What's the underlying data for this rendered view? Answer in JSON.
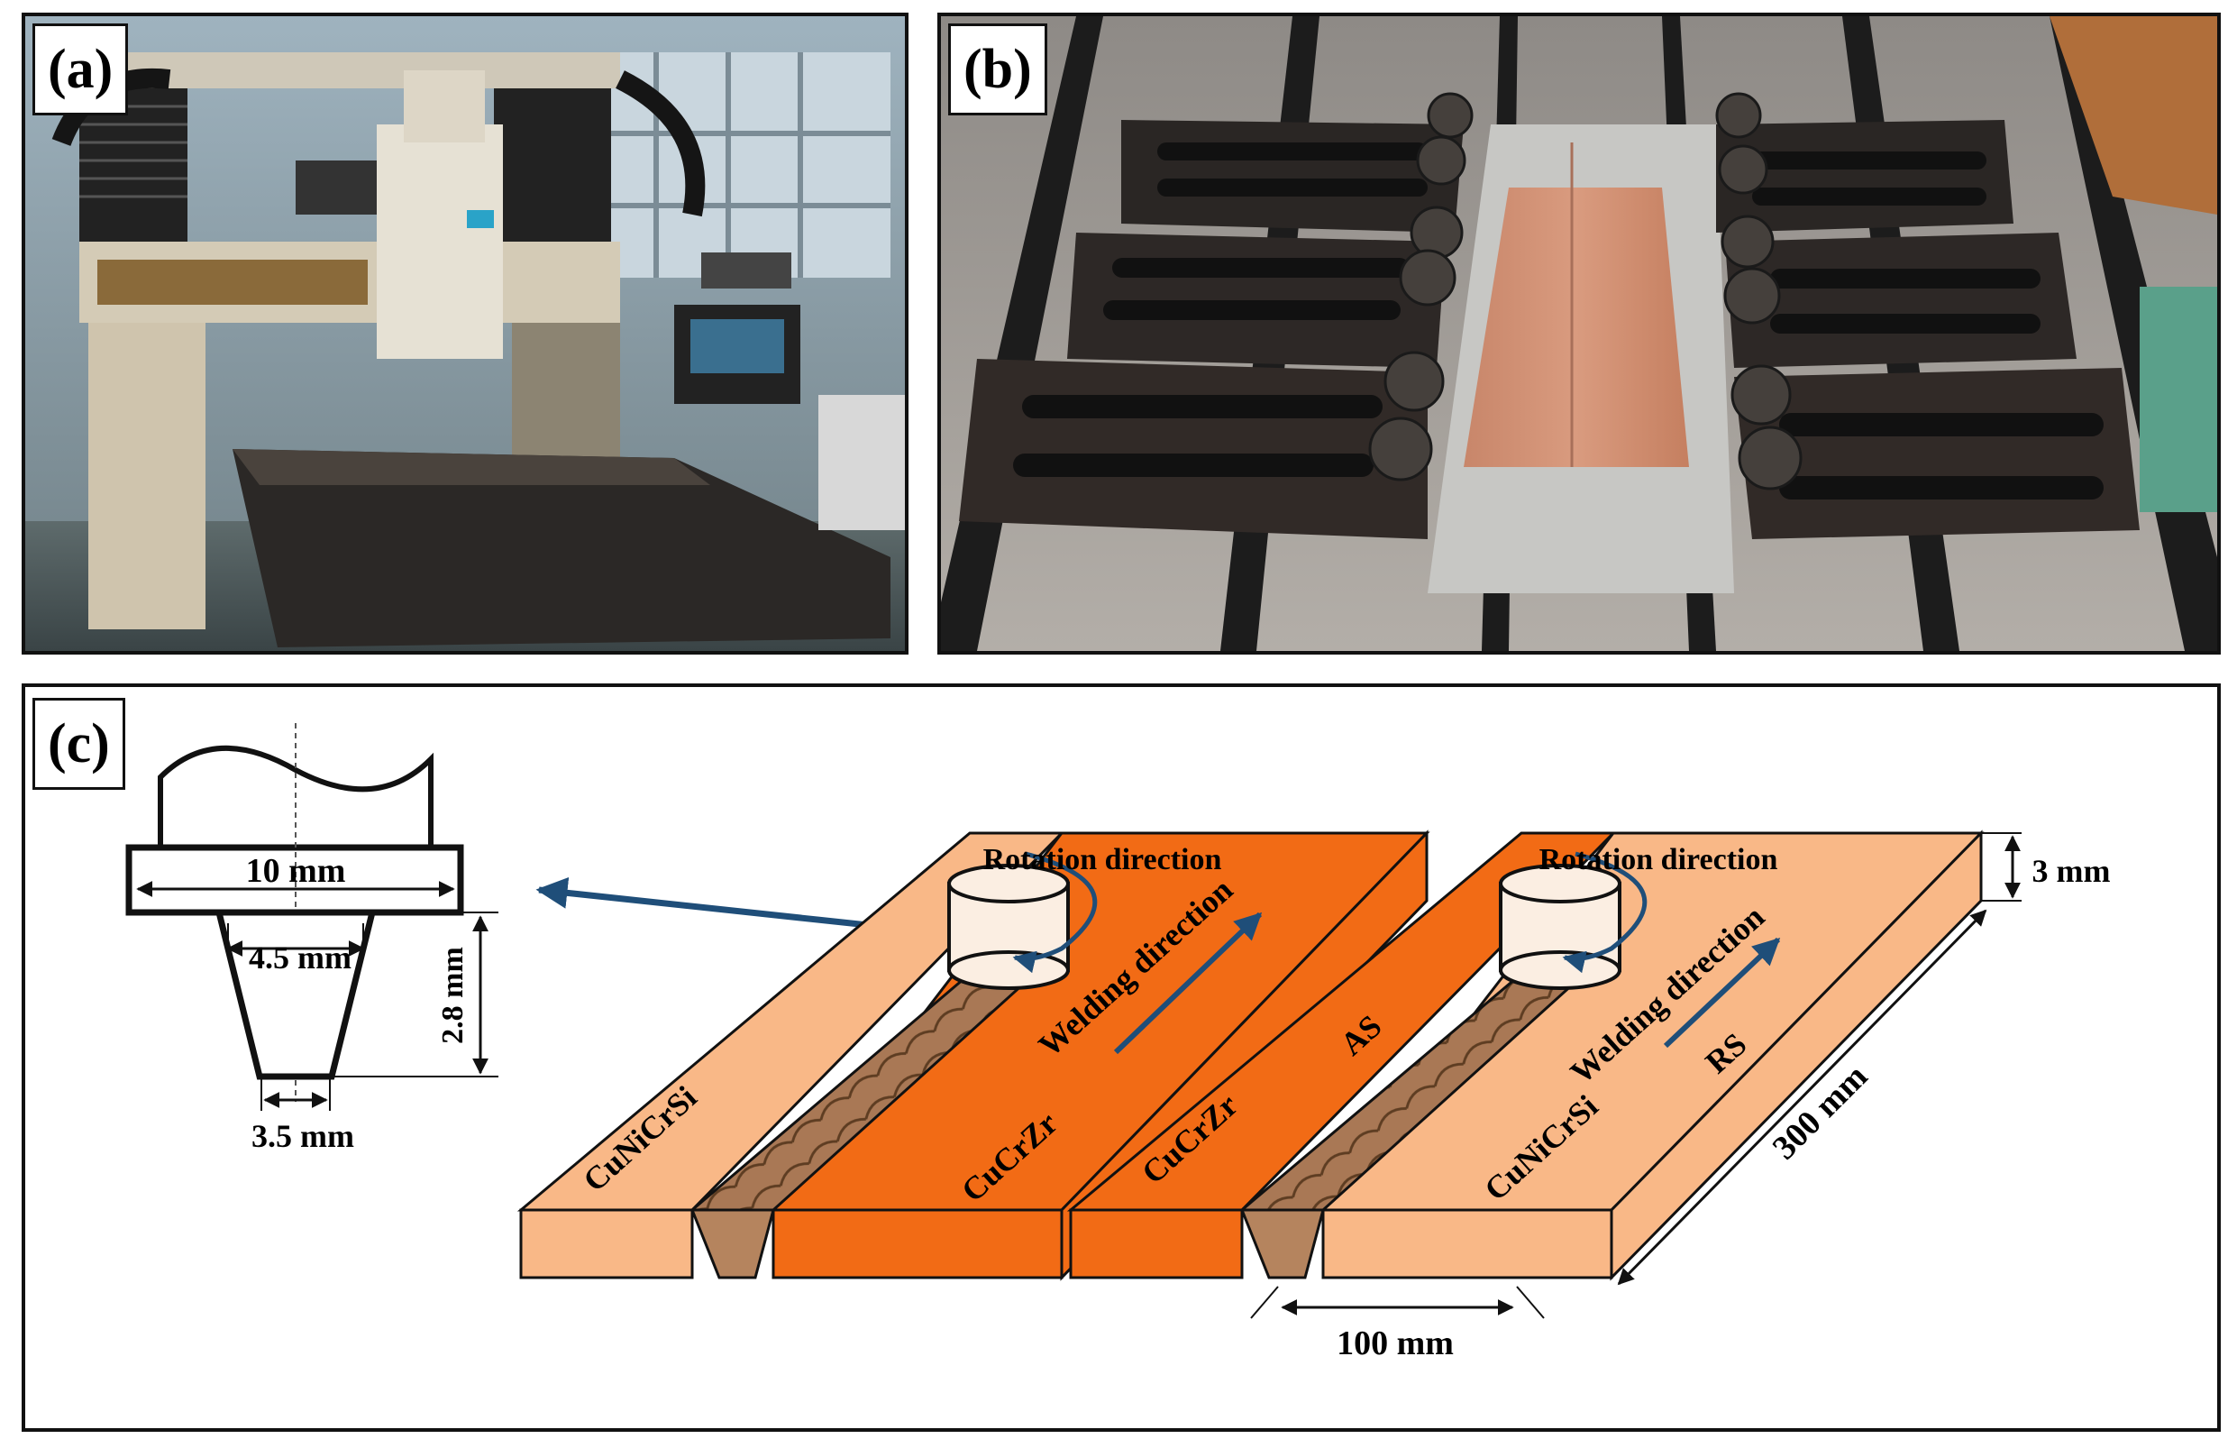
{
  "panels": {
    "a": {
      "label": "(a)"
    },
    "b": {
      "label": "(b)"
    },
    "c": {
      "label": "(c)"
    }
  },
  "tool": {
    "shoulder_diameter": "10 mm",
    "pin_root_diameter": "4.5 mm",
    "pin_tip_diameter": "3.5 mm",
    "pin_length": "2.8 mm"
  },
  "setup1": {
    "rotation": "Rotation direction",
    "welding": "Welding direction",
    "left_material": "CuNiCrSi",
    "right_material": "CuCrZr"
  },
  "setup2": {
    "rotation": "Rotation direction",
    "welding": "Welding direction",
    "left_material": "CuCrZr",
    "right_material": "CuNiCrSi",
    "advancing_side": "AS",
    "retreating_side": "RS",
    "thickness": "3 mm",
    "length": "300 mm",
    "width": "100 mm"
  },
  "colors": {
    "light_plate": "#F9B887",
    "dark_plate": "#F26B15",
    "weld": "#B5845E",
    "arrow": "#1F4E79",
    "tool_fill": "#FBEEE2"
  }
}
